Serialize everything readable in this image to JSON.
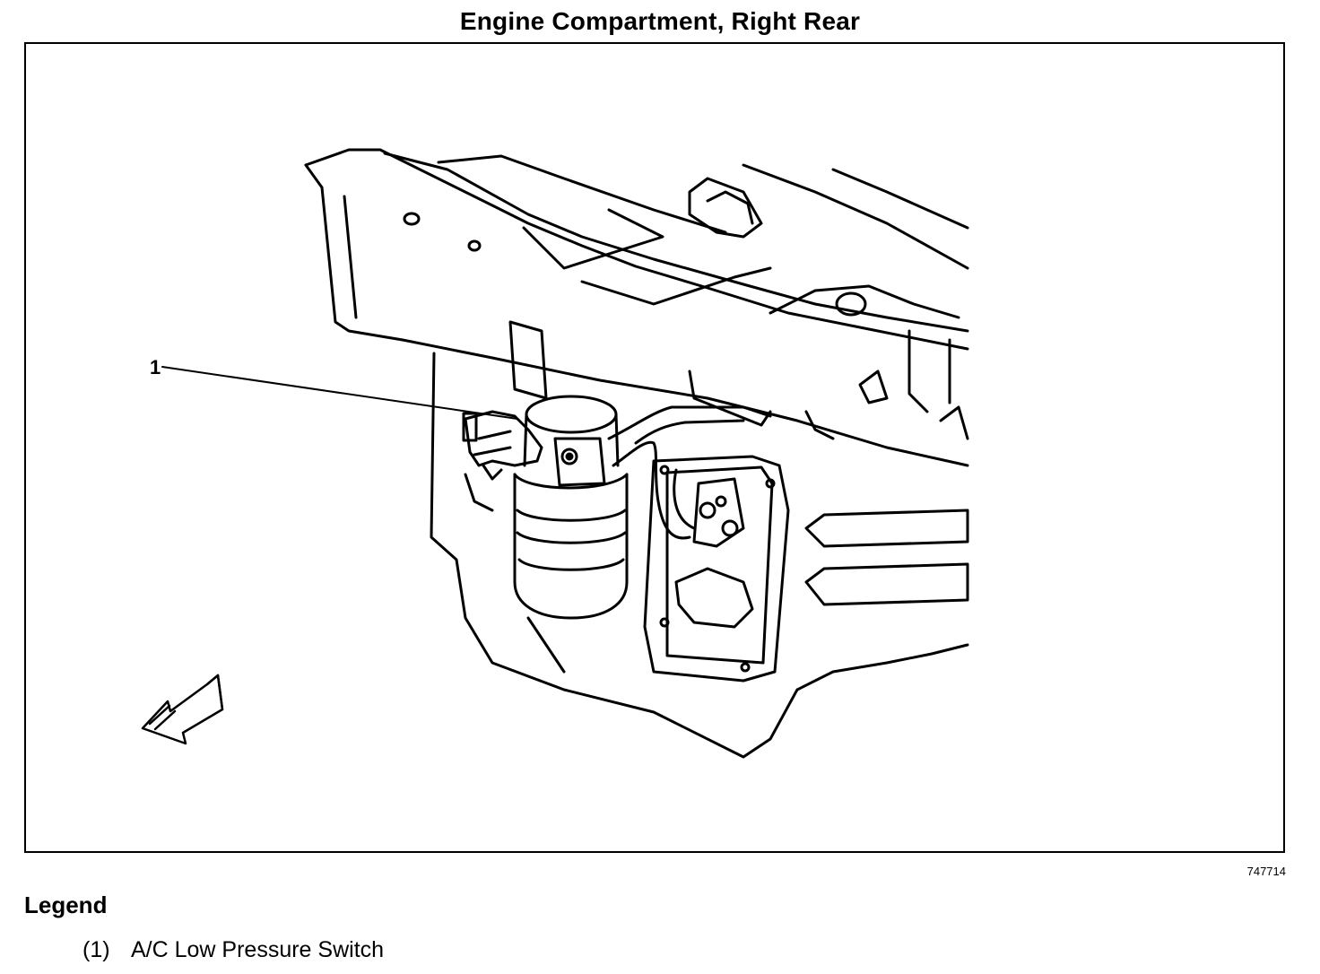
{
  "title": "Engine Compartment, Right Rear",
  "callouts": [
    {
      "label": "1"
    }
  ],
  "figure_id": "747714",
  "legend": {
    "heading": "Legend",
    "items": [
      {
        "number": "(1)",
        "text": "A/C Low Pressure Switch"
      }
    ]
  }
}
